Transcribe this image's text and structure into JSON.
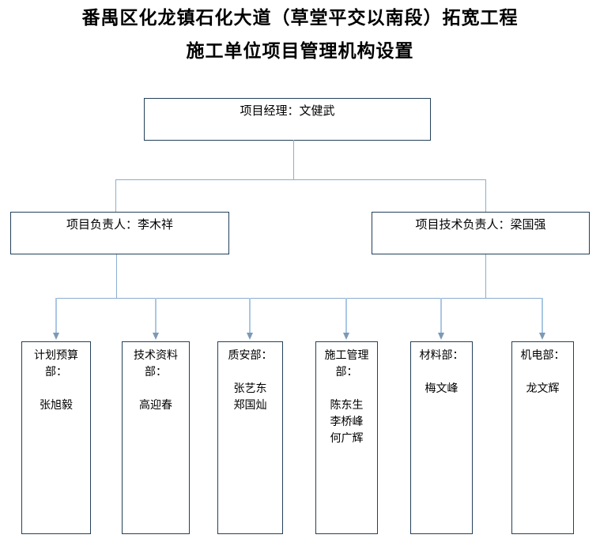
{
  "page_title": {
    "line1": "番禺区化龙镇石化大道（草堂平交以南段）拓宽工程",
    "line2": "施工单位项目管理机构设置"
  },
  "org_chart": {
    "root": {
      "label": "项目经理：文健武"
    },
    "managers": [
      {
        "label": "项目负责人：李木祥"
      },
      {
        "label": "项目技术负责人：梁国强"
      }
    ],
    "departments": [
      {
        "name": "计划预算部：",
        "members": [
          "张旭毅"
        ]
      },
      {
        "name": "技术资料部：",
        "members": [
          "高迎春"
        ]
      },
      {
        "name": "质安部：",
        "members": [
          "张艺东",
          "郑国灿"
        ]
      },
      {
        "name": "施工管理部：",
        "members": [
          "陈东生",
          "李桥峰",
          "何广辉"
        ]
      },
      {
        "name": "材料部：",
        "members": [
          "梅文峰"
        ]
      },
      {
        "name": "机电部：",
        "members": [
          "龙文辉"
        ]
      }
    ]
  },
  "colors": {
    "text": "#000000",
    "box_border": "#24405a",
    "connector": "#8aaecf",
    "arrow_stem": "#a9c7e3",
    "arrowhead": "#7c99b5"
  }
}
